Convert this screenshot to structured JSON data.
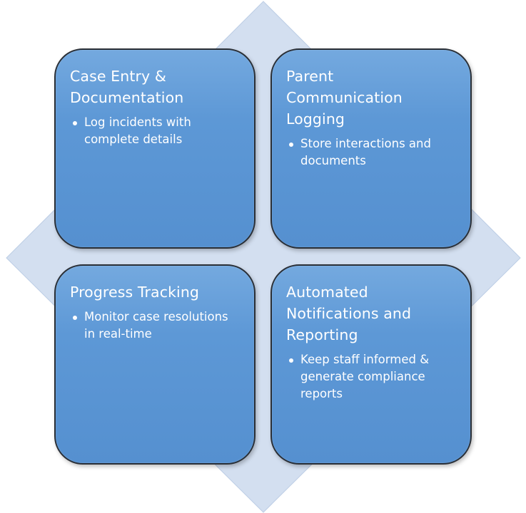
{
  "colors": {
    "backdrop_fill": "#d3dff0",
    "backdrop_stroke": "#bccde5",
    "card_fill": "#5b96d5",
    "card_border": "#2a2f36",
    "text": "#ffffff"
  },
  "cards": [
    {
      "title_lines": [
        "Case Entry  &",
        "Documentation"
      ],
      "bullets": [
        {
          "lines": [
            "Log incidents with",
            "complete details"
          ]
        }
      ]
    },
    {
      "title_lines": [
        "Parent",
        "Communication",
        "Logging"
      ],
      "bullets": [
        {
          "lines": [
            "Store interactions and",
            "documents"
          ]
        }
      ]
    },
    {
      "title_lines": [
        "Progress Tracking"
      ],
      "bullets": [
        {
          "lines": [
            "Monitor case resolutions",
            "in real-time"
          ]
        }
      ]
    },
    {
      "title_lines": [
        "Automated",
        "Notifications and",
        "Reporting"
      ],
      "bullets": [
        {
          "lines": [
            "Keep staff informed &",
            "generate compliance",
            "reports"
          ]
        }
      ]
    }
  ]
}
